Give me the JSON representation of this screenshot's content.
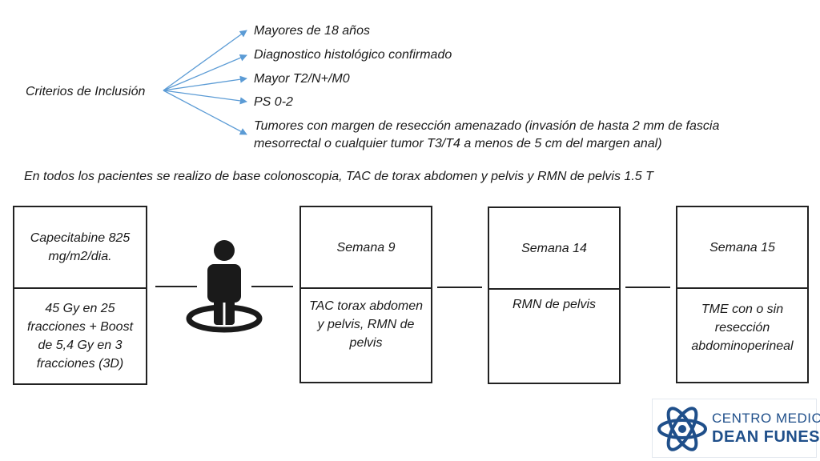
{
  "criteria": {
    "label": "Criterios de Inclusión",
    "items": [
      "Mayores de 18 años",
      "Diagnostico histológico confirmado",
      "Mayor T2/N+/M0",
      "PS 0-2",
      "Tumores con margen de resección amenazado (invasión de hasta 2 mm de fascia",
      "mesorrectal o cualquier tumor T3/T4  a  menos de 5 cm del margen anal)"
    ]
  },
  "baseline_note": "En todos los pacientes se realizo de base colonoscopia, TAC de torax abdomen y pelvis y RMN de pelvis 1.5 T",
  "timeline": [
    {
      "top": "Capecitabine 825 mg/m2/dia.",
      "bottom": "45 Gy en 25 fracciones + Boost de 5,4 Gy en 3 fracciones (3D)"
    },
    {
      "top": "Semana 9",
      "bottom": "TAC torax abdomen y pelvis, RMN de pelvis"
    },
    {
      "top": "Semana 14",
      "bottom": "RMN de pelvis"
    },
    {
      "top": "Semana 15",
      "bottom": "TME con o sin resección abdominoperineal"
    }
  ],
  "logo": {
    "line1": "CENTRO MEDICO",
    "line2": "DEAN FUNES"
  },
  "colors": {
    "arrow": "#5b9bd5",
    "logo": "#1f4f8a",
    "stroke": "#222222"
  },
  "icons": {
    "patient": "person-on-target-icon",
    "logo": "atom-logo-icon"
  }
}
